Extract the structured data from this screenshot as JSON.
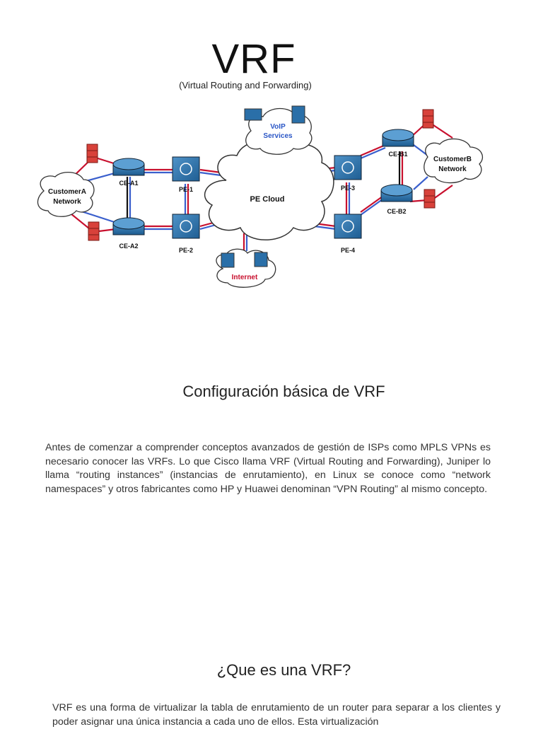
{
  "title": "VRF",
  "subtitle": "(Virtual Routing and Forwarding)",
  "diagram": {
    "voip_label_1": "VoIP",
    "voip_label_2": "Services",
    "pe_cloud_label": "PE Cloud",
    "internet_label": "Internet",
    "customer_a_1": "CustomerA",
    "customer_a_2": "Network",
    "customer_b_1": "CustomerB",
    "customer_b_2": "Network",
    "ce_a1": "CE-A1",
    "ce_a2": "CE-A2",
    "ce_b1": "CE-B1",
    "ce_b2": "CE-B2",
    "pe1": "PE-1",
    "pe2": "PE-2",
    "pe3": "PE-3",
    "pe4": "PE-4"
  },
  "section1": {
    "heading": "Configuración básica de VRF",
    "paragraph": "Antes de comenzar a comprender conceptos avanzados de gestión de ISPs como MPLS VPNs es necesario conocer las VRFs. Lo que Cisco llama VRF (Virtual Routing and Forwarding), Juniper lo llama “routing instances” (instancias de enrutamiento), en Linux se conoce como “network namespaces” y otros fabricantes como HP y Huawei denominan “VPN Routing” al mismo concepto."
  },
  "section2": {
    "heading": "¿Que es una VRF?",
    "paragraph": "VRF es una forma de virtualizar la tabla de enrutamiento de un router para separar a los clientes y poder asignar una única instancia a cada uno de ellos. Esta virtualización"
  },
  "colors": {
    "link_red": "#c8102e",
    "link_blue": "#3a5fcd",
    "device_blue": "#2a6fa8",
    "firewall_red": "#d8413a"
  }
}
